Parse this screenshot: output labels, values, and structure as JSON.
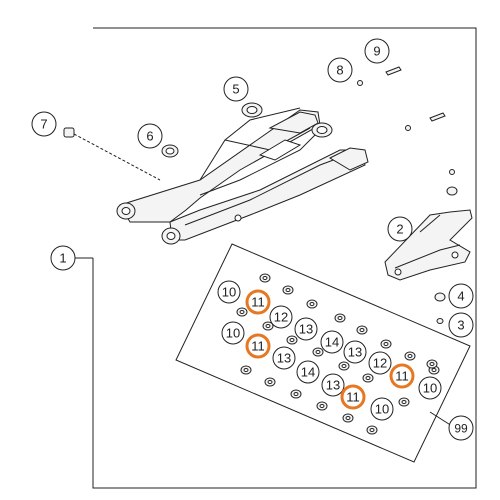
{
  "callouts": {
    "c1": "1",
    "c2": "2",
    "c3": "3",
    "c4": "4",
    "c5": "5",
    "c6": "6",
    "c7": "7",
    "c8": "8",
    "c9": "9",
    "c99": "99"
  },
  "kit_labels": [
    {
      "id": "k10a",
      "text": "10",
      "highlight": false
    },
    {
      "id": "k11a",
      "text": "11",
      "highlight": true
    },
    {
      "id": "k12a",
      "text": "12",
      "highlight": false
    },
    {
      "id": "k10b",
      "text": "10",
      "highlight": false
    },
    {
      "id": "k11b",
      "text": "11",
      "highlight": true
    },
    {
      "id": "k13a",
      "text": "13",
      "highlight": false
    },
    {
      "id": "k14a",
      "text": "14",
      "highlight": false
    },
    {
      "id": "k13b",
      "text": "13",
      "highlight": false
    },
    {
      "id": "k12b",
      "text": "12",
      "highlight": false
    },
    {
      "id": "k11c",
      "text": "11",
      "highlight": true
    },
    {
      "id": "k10c",
      "text": "10",
      "highlight": false
    },
    {
      "id": "k13c",
      "text": "13",
      "highlight": false
    },
    {
      "id": "k14b",
      "text": "14",
      "highlight": false
    },
    {
      "id": "k13d",
      "text": "13",
      "highlight": false
    },
    {
      "id": "k11d",
      "text": "11",
      "highlight": true
    },
    {
      "id": "k10d",
      "text": "10",
      "highlight": false
    }
  ],
  "colors": {
    "line": "#222222",
    "highlight": "#e87722",
    "part_fill": "#f4f4f4"
  }
}
